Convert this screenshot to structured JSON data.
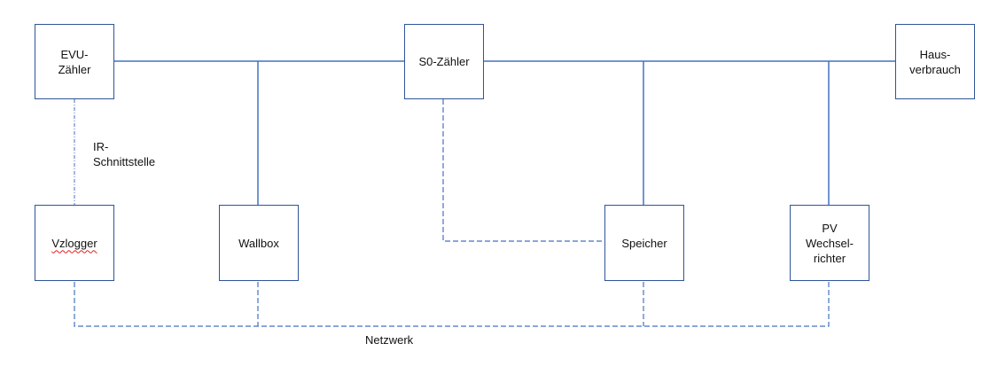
{
  "diagram": {
    "nodes": {
      "evu": "EVU-\nZähler",
      "s0": "S0-Zähler",
      "haus": "Haus-\nverbrauch",
      "vzlogger": "Vzlogger",
      "wallbox": "Wallbox",
      "speicher": "Speicher",
      "pv": "PV\nWechsel-\nrichter"
    },
    "labels": {
      "ir": "IR-\nSchnittstelle",
      "netzwerk": "Netzwerk"
    },
    "colors": {
      "line": "#4472c4",
      "border": "#2f5597"
    }
  }
}
